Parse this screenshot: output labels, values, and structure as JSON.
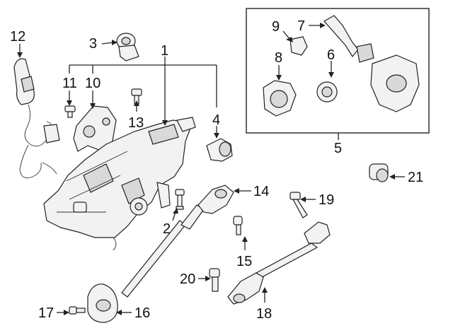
{
  "diagram": {
    "callouts": [
      {
        "id": "1",
        "label": "1"
      },
      {
        "id": "2",
        "label": "2"
      },
      {
        "id": "3",
        "label": "3"
      },
      {
        "id": "4",
        "label": "4"
      },
      {
        "id": "5",
        "label": "5"
      },
      {
        "id": "6",
        "label": "6"
      },
      {
        "id": "7",
        "label": "7"
      },
      {
        "id": "8",
        "label": "8"
      },
      {
        "id": "9",
        "label": "9"
      },
      {
        "id": "10",
        "label": "10"
      },
      {
        "id": "11",
        "label": "11"
      },
      {
        "id": "12",
        "label": "12"
      },
      {
        "id": "13",
        "label": "13"
      },
      {
        "id": "14",
        "label": "14"
      },
      {
        "id": "15",
        "label": "15"
      },
      {
        "id": "16",
        "label": "16"
      },
      {
        "id": "17",
        "label": "17"
      },
      {
        "id": "18",
        "label": "18"
      },
      {
        "id": "19",
        "label": "19"
      },
      {
        "id": "20",
        "label": "20"
      },
      {
        "id": "21",
        "label": "21"
      }
    ]
  }
}
